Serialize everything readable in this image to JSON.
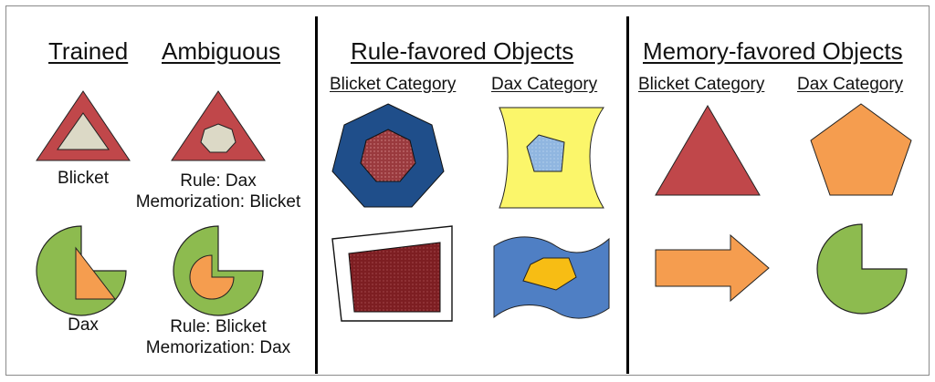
{
  "left": {
    "trained_header": "Trained",
    "ambiguous_header": "Ambiguous",
    "blicket_label": "Blicket",
    "ambiguous_1": {
      "line1": "Rule: Dax",
      "line2": "Memorization: Blicket"
    },
    "dax_label": "Dax",
    "ambiguous_2": {
      "line1": "Rule: Blicket",
      "line2": "Memorization: Dax"
    }
  },
  "middle": {
    "header": "Rule-favored Objects",
    "blicket_category": "Blicket Category",
    "dax_category": "Dax Category"
  },
  "right": {
    "header": "Memory-favored Objects",
    "blicket_category": "Blicket Category",
    "dax_category": "Dax Category"
  },
  "colors": {
    "red": "#c0474a",
    "green": "#8dbb4f",
    "orange": "#f59d4f",
    "beige": "#dcd9c6",
    "navy": "#1f4e8a",
    "yellow": "#fbf66a",
    "blue": "#4f7fc4",
    "light_blue": "#90b6e0",
    "gold": "#f7bd14",
    "dark_red": "#7d1e22"
  }
}
